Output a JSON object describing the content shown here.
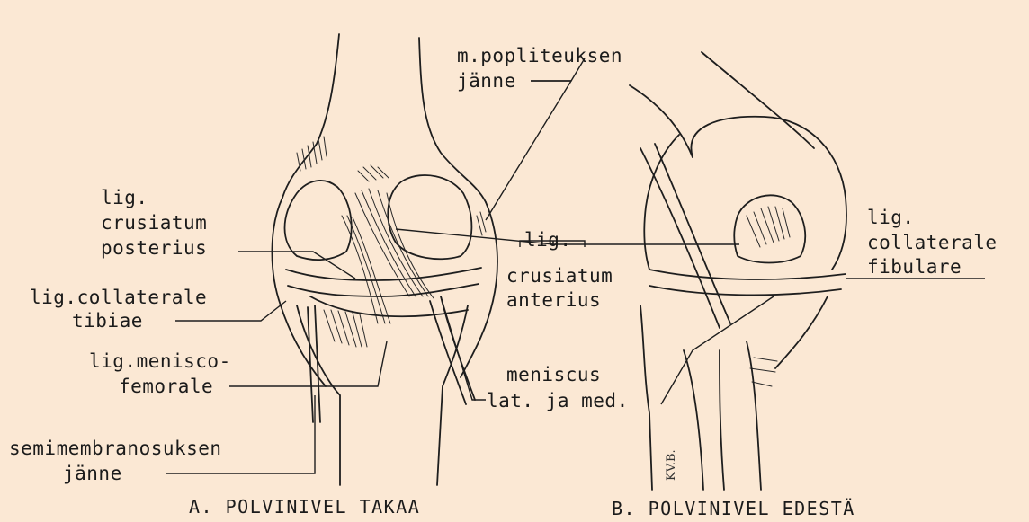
{
  "panel_a": {
    "caption": "A. POLVINIVEL TAKAA",
    "labels": {
      "lig_crus_post_1": "lig.",
      "lig_crus_post_2": "crusiatum",
      "lig_crus_post_3": "posterius",
      "lig_coll_tib_1": "lig.collaterale",
      "lig_coll_tib_2": "tibiae",
      "lig_menisco_1": "lig.menisco-",
      "lig_menisco_2": "femorale",
      "semimem_1": "semimembranosuksen",
      "semimem_2": "jänne"
    }
  },
  "panel_b": {
    "caption": "B. POLVINIVEL EDESTÄ",
    "labels": {
      "lig_coll_fib_1": "lig.",
      "lig_coll_fib_2": "collaterale",
      "lig_coll_fib_3": "fibulare"
    },
    "signature": "KV.B."
  },
  "shared_labels": {
    "popliteus_1": "m.popliteuksen",
    "popliteus_2": "jänne",
    "crus_ant_1": "lig.",
    "crus_ant_2": "crusiatum",
    "crus_ant_3": "anterius",
    "meniscus_1": "meniscus",
    "meniscus_2": "lat. ja med."
  }
}
